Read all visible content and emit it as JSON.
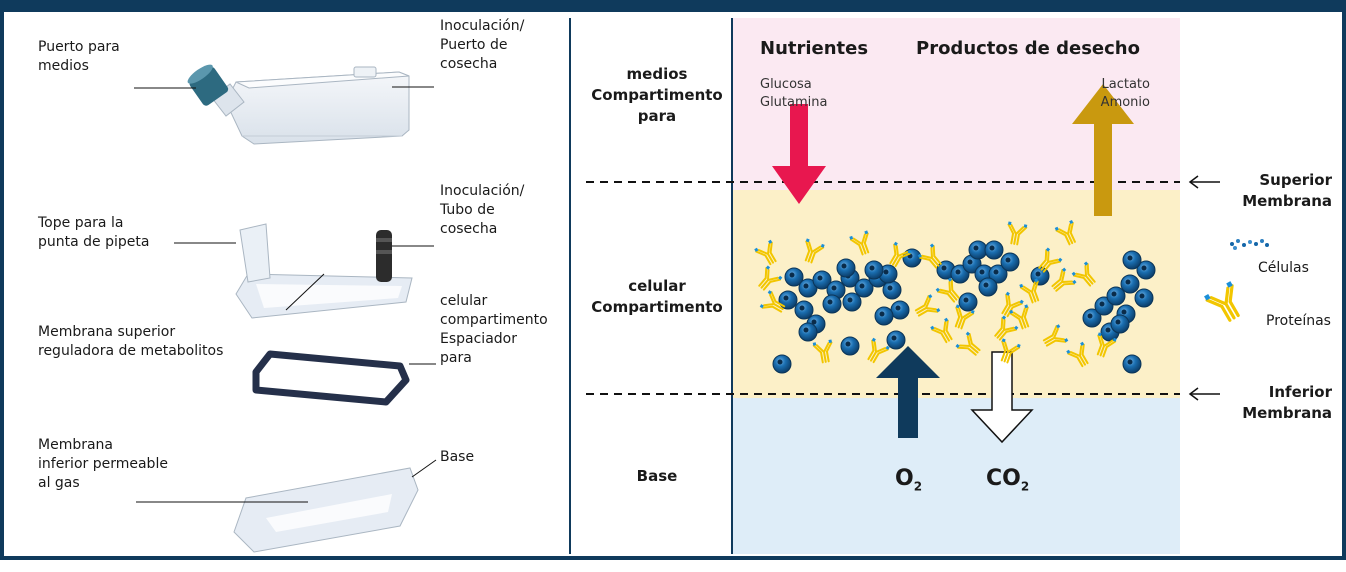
{
  "left_labels": {
    "media_port": "Puerto para\nmedios",
    "inoc_port": "Inoculación/\nPuerto de\ncosecha",
    "pipette_stop": "Tope para la\npunta de pipeta",
    "inoc_tube": "Inoculación/\nTubo de\ncosecha",
    "spacer": "celular\ncompartimento\nEspaciador\npara",
    "upper_membrane": "Membrana superior\nreguladora de metabolitos",
    "lower_membrane": "Membrana\ninferior permeable\nal gas",
    "base": "Base"
  },
  "compartments": {
    "media": "medios\nCompartimento\npara",
    "cell": "celular\nCompartimento",
    "base": "Base"
  },
  "flows": {
    "nutrients_title": "Nutrientes",
    "nutrients_list": "Glucosa\nGlutamina",
    "waste_title": "Productos de desecho",
    "waste_list": "Lactato\nAmonio",
    "o2": "O",
    "o2_sub": "2",
    "co2": "CO",
    "co2_sub": "2"
  },
  "membranes": {
    "upper": "Superior\nMembrana",
    "lower": "Inferior\nMembrana"
  },
  "legend": {
    "cells": "Células",
    "proteins": "Proteínas"
  },
  "colors": {
    "frame": "#0f3a5c",
    "media_zone": "#fbe9f2",
    "cell_zone": "#fcf0c8",
    "base_zone": "#deedf8",
    "nutrient_arrow": "#e8174f",
    "waste_arrow": "#c9990f",
    "o2_arrow": "#0f3a5c",
    "cell": "#1466a8",
    "protein": "#f2c600"
  }
}
